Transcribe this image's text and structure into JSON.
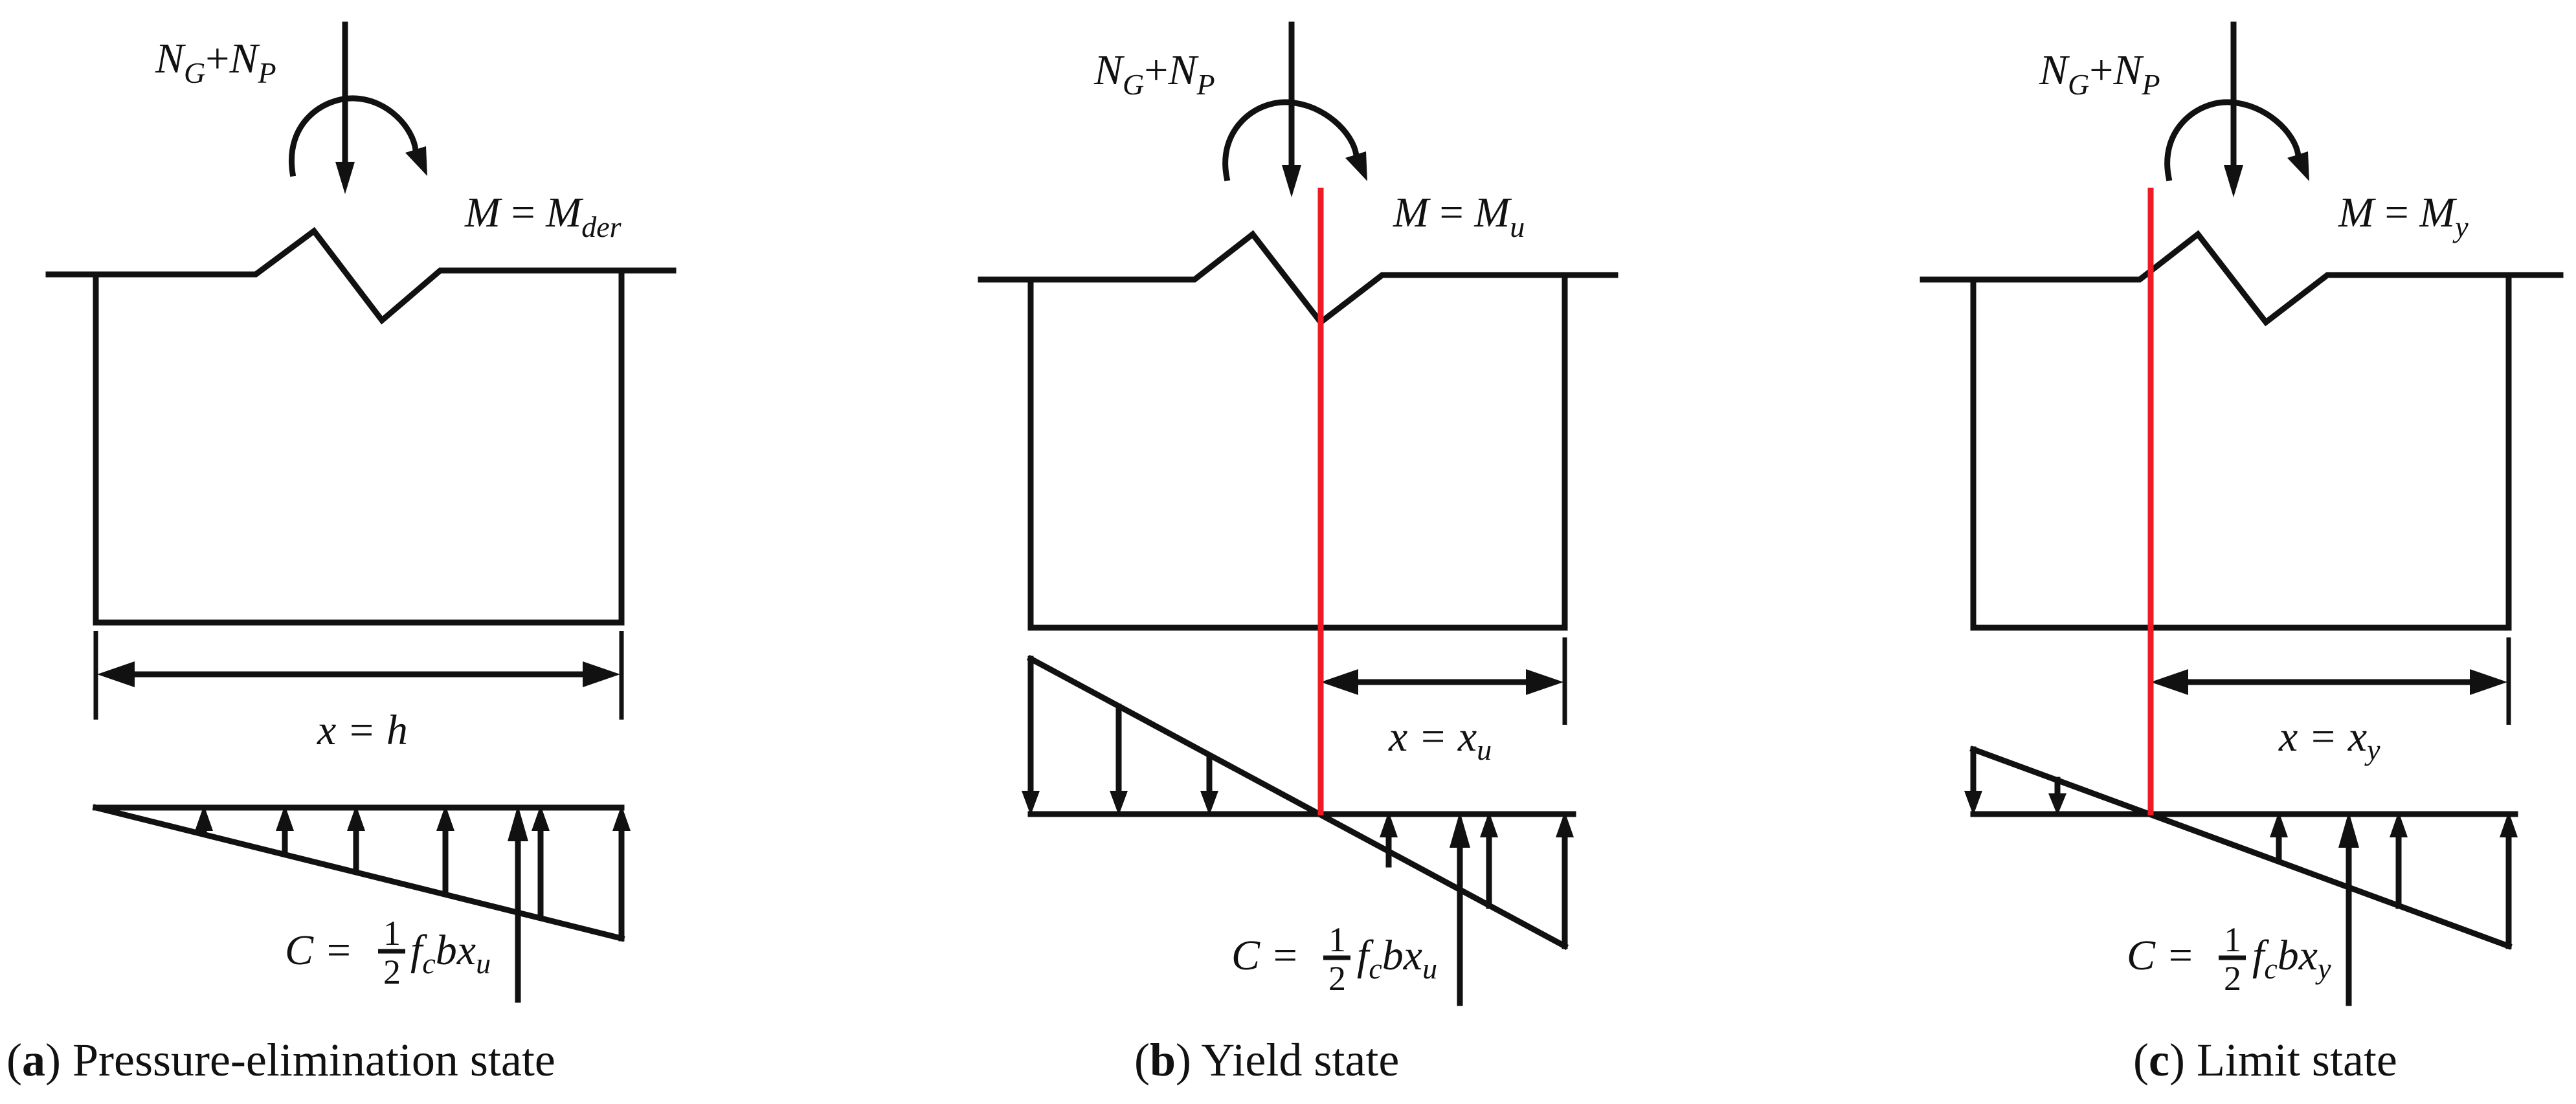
{
  "colors": {
    "line": "#111111",
    "neutral_axis": "#ee1b24",
    "background": "#ffffff"
  },
  "panels": [
    {
      "id": "a",
      "load_label": {
        "n1": "N",
        "s1": "G",
        "plus": "+",
        "n2": "N",
        "s2": "P"
      },
      "moment_label": {
        "lhs": "M",
        "eq": " = ",
        "rhs": "M",
        "sub": "der"
      },
      "depth_label": {
        "text": "x = h"
      },
      "resultant_label": {
        "pre": "C =",
        "num": "1",
        "den": "2",
        "f": "f",
        "fsub": "c",
        "mid": "bx",
        "xsub": "u"
      },
      "caption": {
        "open": "(",
        "letter": "a",
        "close": ")",
        "text": " Pressure-elimination state"
      }
    },
    {
      "id": "b",
      "load_label": {
        "n1": "N",
        "s1": "G",
        "plus": "+",
        "n2": "N",
        "s2": "P"
      },
      "moment_label": {
        "lhs": "M",
        "eq": " = ",
        "rhs": "M",
        "sub": "u"
      },
      "depth_label": {
        "pre": "x = x",
        "sub": "u"
      },
      "resultant_label": {
        "pre": "C =",
        "num": "1",
        "den": "2",
        "f": "f",
        "fsub": "c",
        "mid": "bx",
        "xsub": "u"
      },
      "caption": {
        "open": "(",
        "letter": "b",
        "close": ")",
        "text": " Yield state"
      }
    },
    {
      "id": "c",
      "load_label": {
        "n1": "N",
        "s1": "G",
        "plus": "+",
        "n2": "N",
        "s2": "P"
      },
      "moment_label": {
        "lhs": "M",
        "eq": " = ",
        "rhs": "M",
        "sub": "y"
      },
      "depth_label": {
        "pre": "x = x",
        "sub": "y"
      },
      "resultant_label": {
        "pre": "C =",
        "num": "1",
        "den": "2",
        "f": "f",
        "fsub": "c",
        "mid": "bx",
        "xsub": "y"
      },
      "caption": {
        "open": "(",
        "letter": "c",
        "close": ")",
        "text": " Limit state"
      }
    }
  ]
}
